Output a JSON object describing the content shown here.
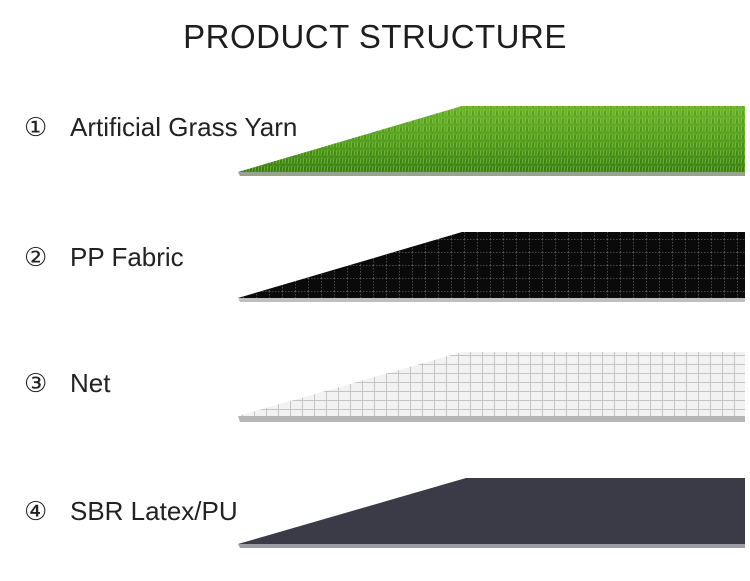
{
  "title": "PRODUCT STRUCTURE",
  "layers": [
    {
      "number": "①",
      "label": "Artificial Grass Yarn",
      "texture": "grass",
      "color": "#4f9a1f"
    },
    {
      "number": "②",
      "label": "PP Fabric",
      "texture": "black-fabric-grid",
      "color": "#0a0a0a"
    },
    {
      "number": "③",
      "label": "Net",
      "texture": "white-mesh",
      "color": "#e4e4e4"
    },
    {
      "number": "④",
      "label": "SBR Latex/PU",
      "texture": "solid",
      "color": "#3b3a47"
    }
  ]
}
